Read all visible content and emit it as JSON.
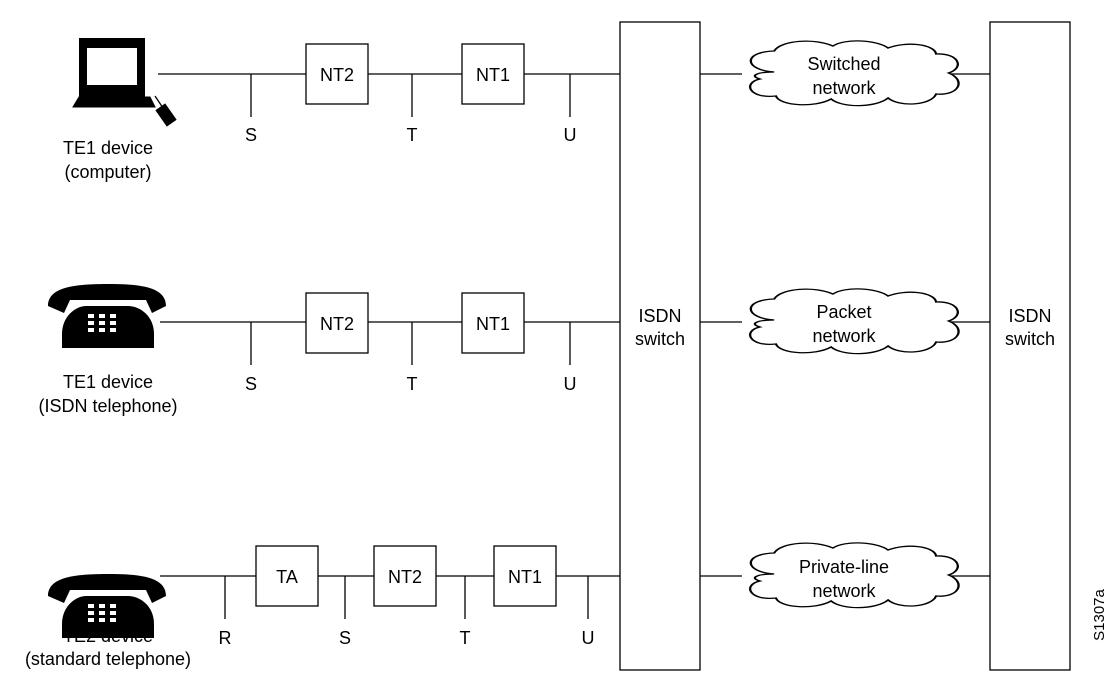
{
  "devices": {
    "computer": {
      "line1": "TE1 device",
      "line2": "(computer)",
      "icon": "computer-icon"
    },
    "isdn_phone": {
      "line1": "TE1 device",
      "line2": "(ISDN telephone)",
      "icon": "telephone-icon"
    },
    "std_phone": {
      "line1": "TE2 device",
      "line2": "(standard telephone)",
      "icon": "telephone-icon"
    }
  },
  "boxes": {
    "nt1": "NT1",
    "nt2": "NT2",
    "ta": "TA"
  },
  "reference_points": {
    "r": "R",
    "s": "S",
    "t": "T",
    "u": "U"
  },
  "switches": {
    "left": {
      "line1": "ISDN",
      "line2": "switch"
    },
    "right": {
      "line1": "ISDN",
      "line2": "switch"
    }
  },
  "networks": {
    "switched": {
      "line1": "Switched",
      "line2": "network"
    },
    "packet": {
      "line1": "Packet",
      "line2": "network"
    },
    "private": {
      "line1": "Private-line",
      "line2": "network"
    }
  },
  "figure_id": "S1307a"
}
